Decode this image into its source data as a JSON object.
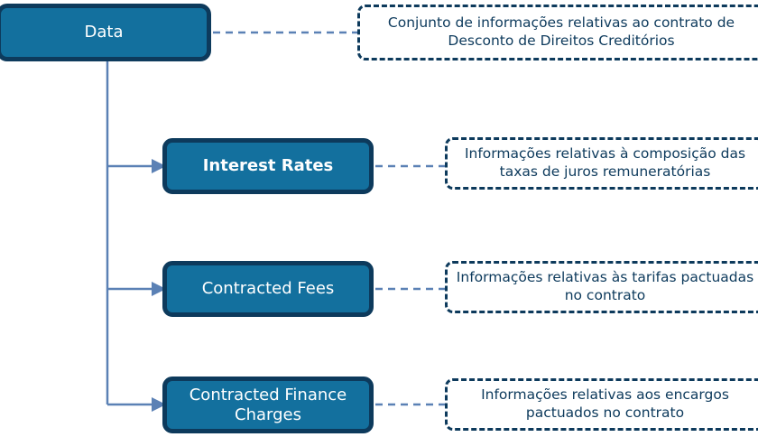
{
  "diagram": {
    "type": "tree-with-annotations",
    "colors": {
      "node_fill": "#13709e",
      "node_border": "#0d3a5c",
      "node_text": "#ffffff",
      "note_border": "#0d3a5c",
      "note_text": "#0d3a5c",
      "connector": "#5b81b5",
      "background": "#ffffff"
    },
    "root": {
      "label": "Data",
      "note": "Conjunto de informações relativas ao contrato de Desconto de Direitos Creditórios"
    },
    "children": [
      {
        "label": "Interest Rates",
        "note": "Informações relativas à composição das taxas de juros remuneratórias"
      },
      {
        "label": "Contracted Fees",
        "note": "Informações relativas às tarifas pactuadas no contrato"
      },
      {
        "label": "Contracted Finance\nCharges",
        "note": "Informações relativas aos encargos pactuados no contrato"
      }
    ]
  }
}
